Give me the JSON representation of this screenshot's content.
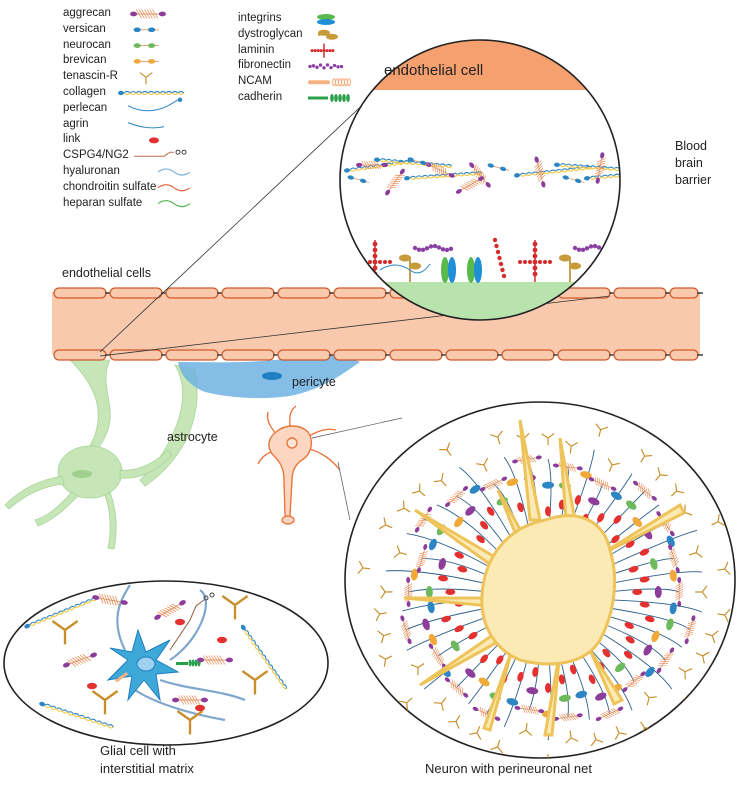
{
  "legend_left": [
    {
      "label": "aggrecan",
      "icon": "aggrecan-icon"
    },
    {
      "label": "versican",
      "icon": "versican-icon"
    },
    {
      "label": "neurocan",
      "icon": "neurocan-icon"
    },
    {
      "label": "brevican",
      "icon": "brevican-icon"
    },
    {
      "label": "tenascin-R",
      "icon": "tenascin-r-icon"
    },
    {
      "label": "collagen",
      "icon": "collagen-icon"
    },
    {
      "label": "perlecan",
      "icon": "perlecan-icon"
    },
    {
      "label": "agrin",
      "icon": "agrin-icon"
    },
    {
      "label": "link",
      "icon": "link-protein-icon"
    },
    {
      "label": "CSPG4/NG2",
      "icon": "cspg4-icon"
    },
    {
      "label": "hyaluronan",
      "icon": "hyaluronan-icon"
    },
    {
      "label": "chondroitin sulfate",
      "icon": "chondroitin-sulfate-icon"
    },
    {
      "label": "heparan sulfate",
      "icon": "heparan-sulfate-icon"
    }
  ],
  "legend_right": [
    {
      "label": "integrins",
      "icon": "integrin-icon"
    },
    {
      "label": "dystroglycan",
      "icon": "dystroglycan-icon"
    },
    {
      "label": "laminin",
      "icon": "laminin-icon"
    },
    {
      "label": "fibronectin",
      "icon": "fibronectin-icon"
    },
    {
      "label": "NCAM",
      "icon": "ncam-icon"
    },
    {
      "label": "cadherin",
      "icon": "cadherin-icon"
    }
  ],
  "labels": {
    "endothelial_cell": "endothelial cell",
    "bbb_line1": "Blood",
    "bbb_line2": "brain",
    "bbb_line3": "barrier",
    "endothelial_cells": "endothelial cells",
    "pericyte": "pericyte",
    "astrocyte": "astrocyte",
    "glial_line1": "Glial cell with",
    "glial_line2": "interstitial matrix",
    "neuron": "Neuron with perineuronal net"
  },
  "colors": {
    "endothelium": "#f8c9ad",
    "endothelium_stroke": "#cf5a2c",
    "endothelial_cell_band": "#f6a06f",
    "basement_membrane": "#b9e3ad",
    "astrocyte": "#c6e6b7",
    "pericyte": "#6eb1e0",
    "neuron_body": "#fbeab3",
    "neuron_stroke": "#eec35a",
    "glial_cell": "#3ea8d8",
    "neuron_small": "#f2a57b",
    "aggrecan": "#8e3c9a",
    "versican": "#2c86c4",
    "neurocan": "#6dba5c",
    "brevican": "#f1a93a",
    "tenascin": "#c88f2a",
    "link": "#e53030",
    "integrin_green": "#58b94e",
    "integrin_blue": "#1f8fd6",
    "laminin": "#d62b2b",
    "fibronectin": "#8b3fa3",
    "ncam": "#f6b182",
    "cadherin": "#2aa04a"
  }
}
